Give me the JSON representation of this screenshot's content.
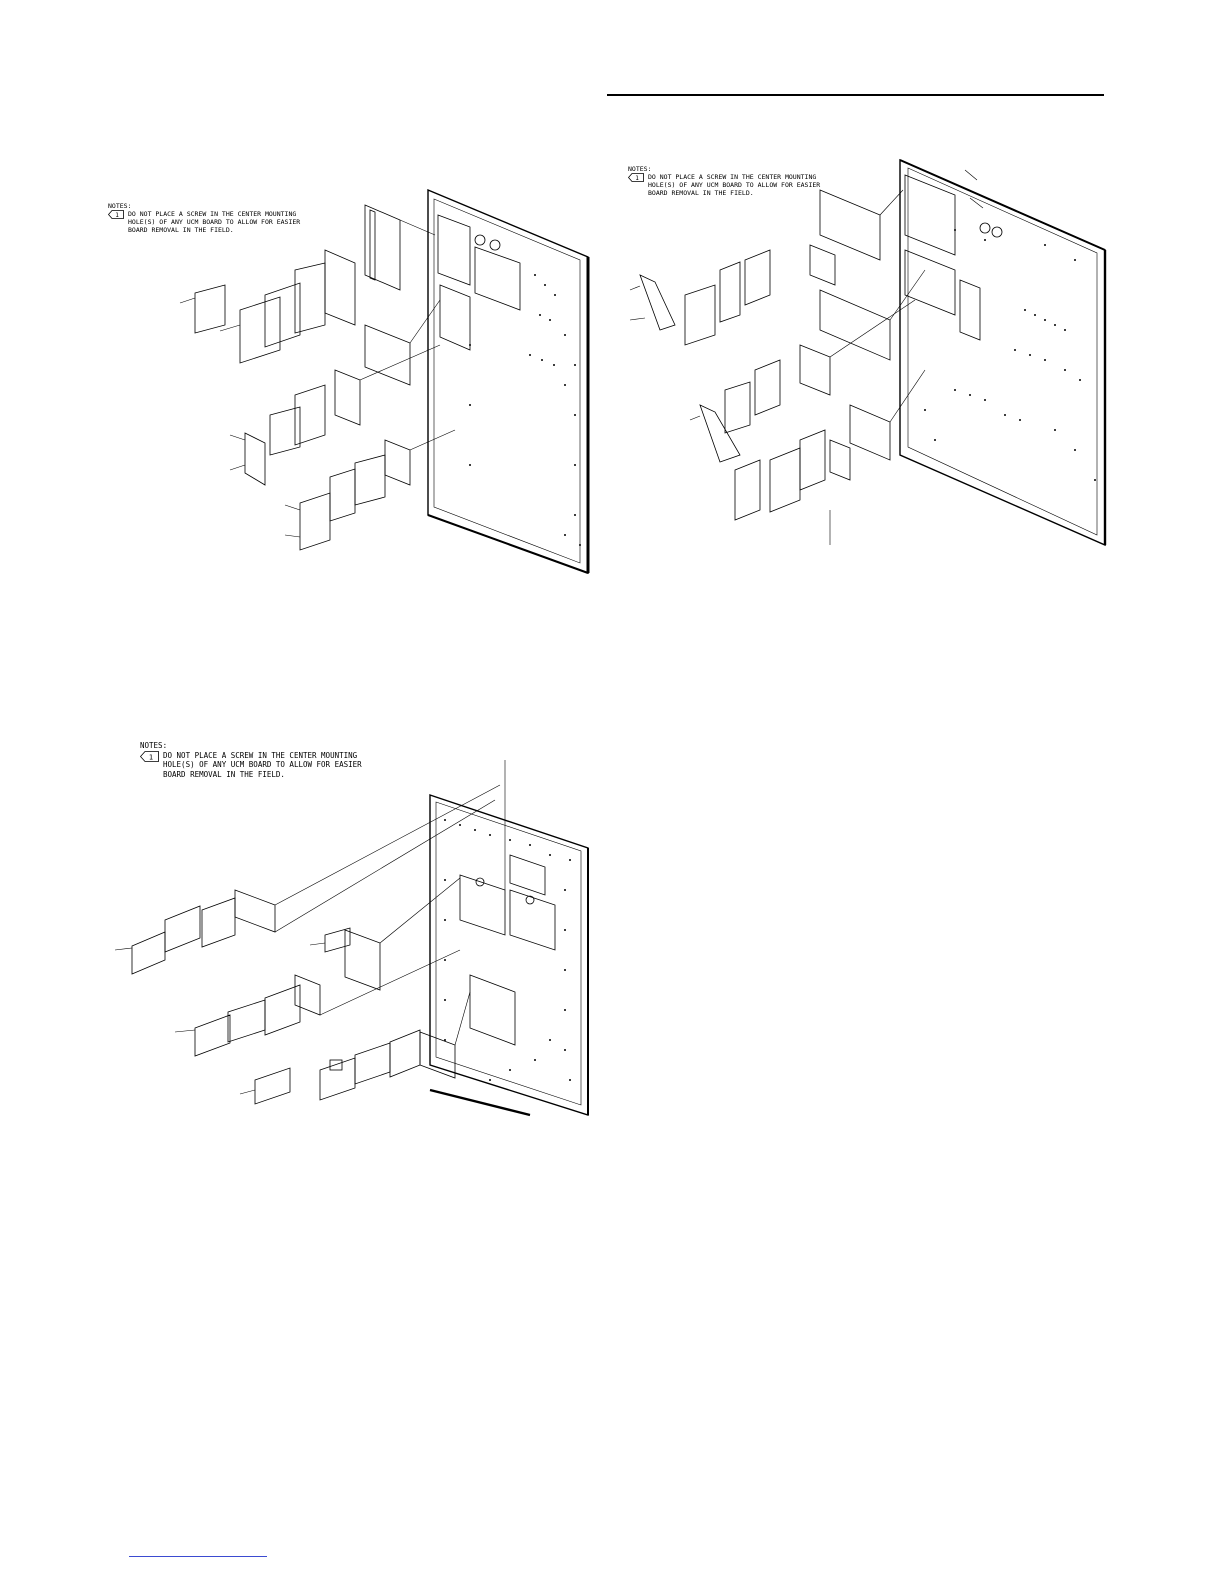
{
  "notes_heading": "NOTES:",
  "note_number": "1",
  "note_lines": [
    "DO NOT PLACE A SCREW IN THE CENTER MOUNTING",
    "HOLE(S) OF ANY UCM BOARD TO ALLOW FOR EASIER",
    "BOARD REMOVAL IN THE FIELD."
  ],
  "colors": {
    "ink": "#000000",
    "link_rule": "#3b4bd1"
  },
  "icons": [
    "note-flag-icon"
  ]
}
